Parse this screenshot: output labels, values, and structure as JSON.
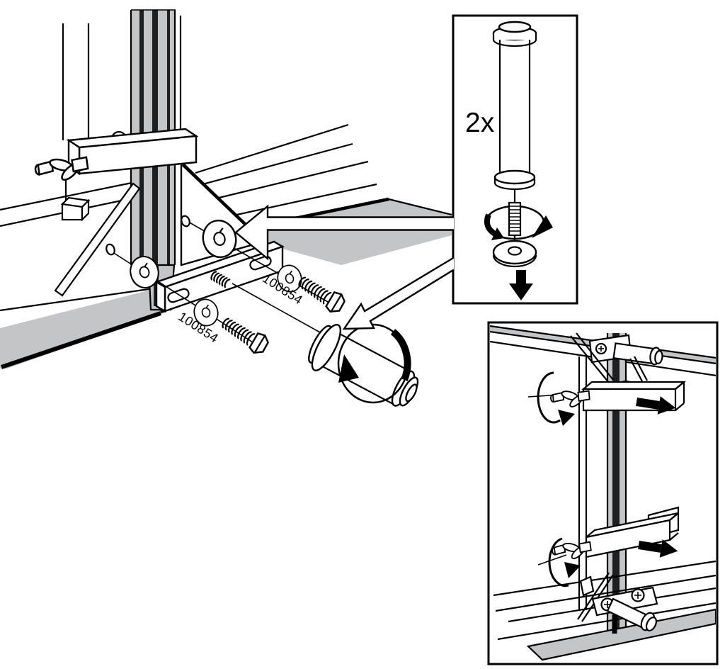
{
  "figure": {
    "background_color": "#ffffff",
    "line_color": "#000000",
    "shade_color": "#c3c5c7"
  },
  "detail_callout": {
    "quantity_label": "2x"
  },
  "part_labels": {
    "upper": "100854",
    "lower": "100854"
  }
}
